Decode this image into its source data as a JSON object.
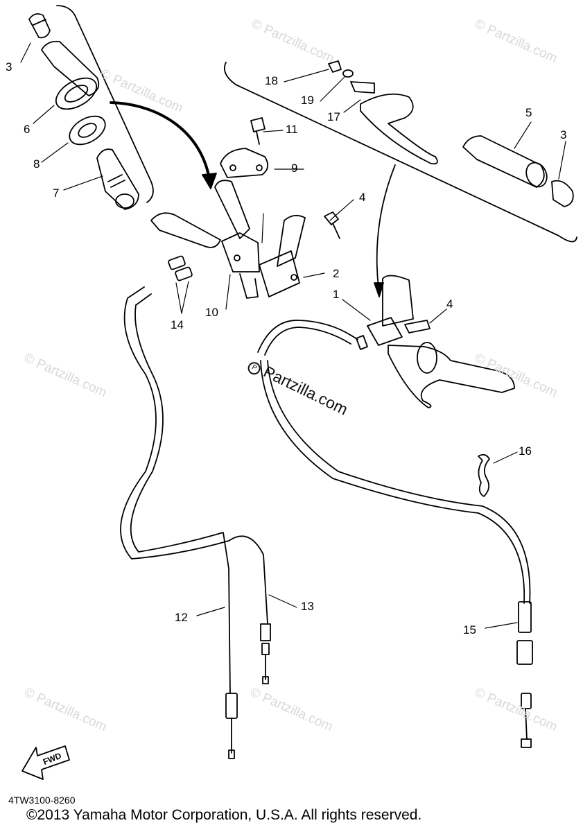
{
  "callouts": {
    "c1": "1",
    "c2": "2",
    "c3a": "3",
    "c3b": "3",
    "c4a": "4",
    "c4b": "4",
    "c5": "5",
    "c6": "6",
    "c7": "7",
    "c8": "8",
    "c9": "9",
    "c10": "10",
    "c11": "11",
    "c12": "12",
    "c13": "13",
    "c14": "14",
    "c15": "15",
    "c16": "16",
    "c17": "17",
    "c18": "18",
    "c19": "19"
  },
  "watermark": "© Partzilla.com",
  "brand_watermark": "Partzilla.com",
  "brand_mark": "P",
  "fwd_label": "FWD",
  "diagram_code": "4TW3100-8260",
  "copyright": "©2013  Yamaha Motor Corporation, U.S.A. All rights reserved.",
  "colors": {
    "line": "#000000",
    "watermark": "#d8d8d8",
    "background": "#ffffff"
  }
}
